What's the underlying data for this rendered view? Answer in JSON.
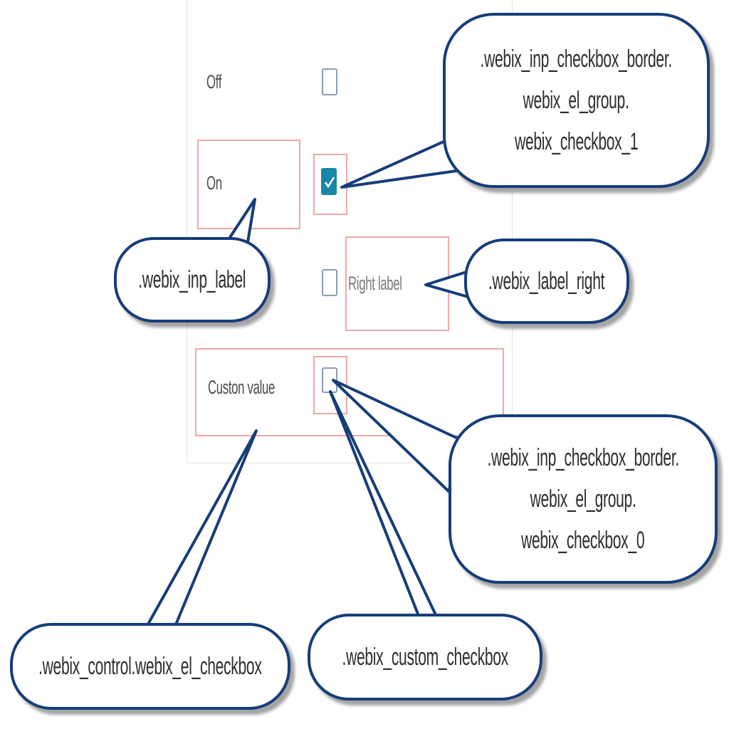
{
  "form": {
    "off_label": "Off",
    "on_label": "On",
    "right_label": "Right label",
    "custom_label": "Custon value",
    "checkbox_off_checked": false,
    "checkbox_on_checked": true,
    "checkbox_right_checked": false,
    "checkbox_custom_checked": false
  },
  "callouts": {
    "checkbox1_lines": [
      ".webix_inp_checkbox_border.",
      "webix_el_group.",
      "webix_checkbox_1"
    ],
    "inp_label": ".webix_inp_label",
    "label_right": ".webix_label_right",
    "checkbox0_lines": [
      ".webix_inp_checkbox_border.",
      "webix_el_group.",
      "webix_checkbox_0"
    ],
    "control": ".webix_control.webix_el_checkbox",
    "custom_checkbox": ".webix_custom_checkbox"
  },
  "colors": {
    "callout_border": "#163d7a",
    "highlight": "#f0a8a8",
    "checkbox_checked": "#1a86a8",
    "checkbox_border": "#8a9bb5"
  }
}
